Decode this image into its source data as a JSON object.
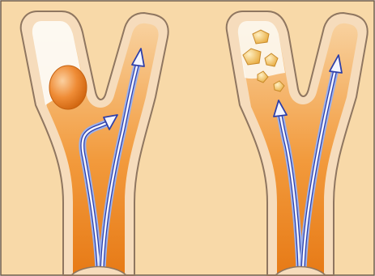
{
  "figure": {
    "panels": [
      {
        "id": "left",
        "description_icon": "bifurcation-large-stone-icon",
        "stones": 1
      },
      {
        "id": "right",
        "description_icon": "bifurcation-small-fragments-icon",
        "stones": 5
      }
    ],
    "colors": {
      "background": "#f8d9a8",
      "frame": "#6d5a48",
      "wall_fill": "#f6dcbc",
      "wall_stroke": "#8f7660",
      "lumen_dark": "#e77a16",
      "lumen_mid": "#f29a3c",
      "lumen_light": "#f8d2a0",
      "cavity_white": "#fdfbf6",
      "stone_large": "#e6791f",
      "stone_small": "#f0be58",
      "arrow_fill": "#f4f6ff",
      "arrow_stroke": "#2e3fa8",
      "arrow_glow": "#9ab0ec"
    }
  }
}
